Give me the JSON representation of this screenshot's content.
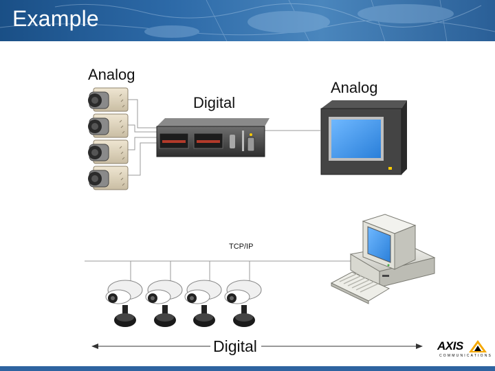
{
  "slide": {
    "title": "Example"
  },
  "labels": {
    "analog_left": "Analog",
    "analog_right": "Analog",
    "digital_top": "Digital",
    "tcpip": "TCP/IP",
    "digital_bottom": "Digital"
  },
  "logo": {
    "name": "AXIS",
    "subtitle": "COMMUNICATIONS"
  },
  "colors": {
    "header": "#2d6aa8",
    "bottom_bar": "#2e63a0",
    "logo_accent": "#f5a800",
    "monitor_screen": "#3a93e8"
  }
}
